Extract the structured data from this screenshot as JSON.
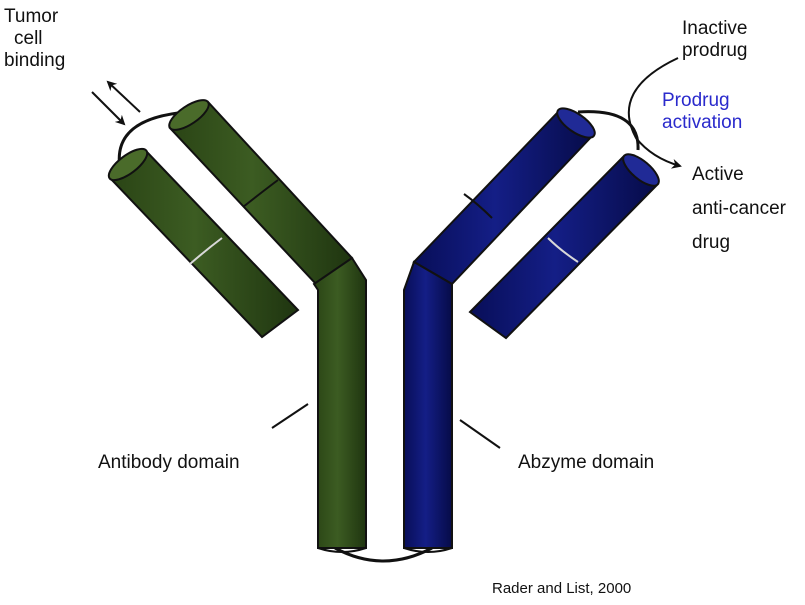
{
  "labels": {
    "tumor_line1": "Tumor",
    "tumor_line2": "cell",
    "tumor_line3": "binding",
    "inactive_line1": "Inactive",
    "inactive_line2": "prodrug",
    "activation_line1": "Prodrug",
    "activation_line2": "activation",
    "active_line1": "Active",
    "active_line2": "anti-cancer",
    "active_line3": "drug",
    "antibody_domain": "Antibody domain",
    "abzyme_domain": "Abzyme domain",
    "citation": "Rader and List, 2000"
  },
  "colors": {
    "antibody_fill": "#33501c",
    "antibody_dark": "#1d3310",
    "antibody_light": "#4a6b2a",
    "abzyme_fill": "#0c1470",
    "abzyme_dark": "#050a3e",
    "abzyme_light": "#202a96",
    "activation_text": "#2a2acc",
    "text": "#111111"
  },
  "icons": {
    "tumor_binding": "double-arrow-icon",
    "prodrug_activation": "curved-arrow-icon"
  }
}
